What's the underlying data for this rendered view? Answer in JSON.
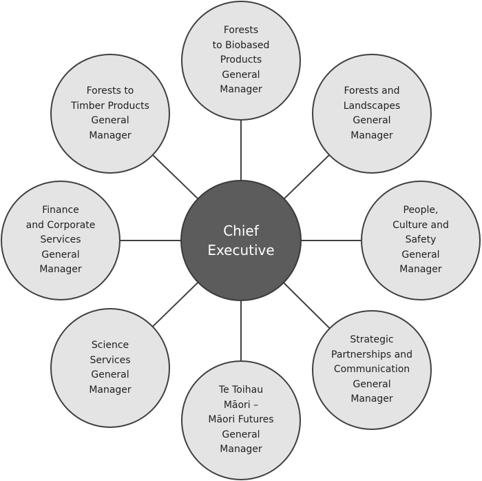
{
  "center": {
    "label": "Chief\nExecutive"
  },
  "nodes": {
    "top": "Forests\nto Biobased\nProducts\nGeneral\nManager",
    "top_right": "Forests and\nLandscapes\nGeneral\nManager",
    "right": "People,\nCulture and\nSafety\nGeneral\nManager",
    "bottom_right": "Strategic\nPartnerships and\nCommunication\nGeneral\nManager",
    "bottom": "Te Toihau\nMāori –\nMāori Futures\nGeneral\nManager",
    "bottom_left": "Science\nServices\nGeneral\nManager",
    "left": "Finance\nand Corporate\nServices\nGeneral\nManager",
    "top_left": "Forests to\nTimber Products\nGeneral\nManager"
  },
  "colors": {
    "outer_fill": "#e4e4e4",
    "center_fill": "#5c5c5c",
    "stroke": "#3f3f3f",
    "center_text": "#ffffff"
  }
}
